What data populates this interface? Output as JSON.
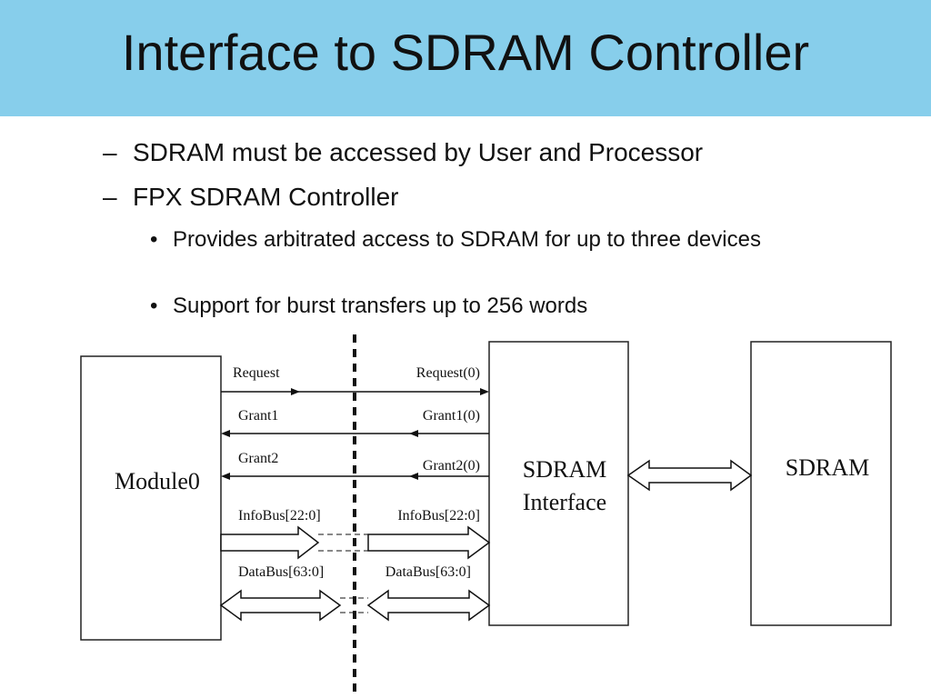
{
  "slide": {
    "title": "Interface to SDRAM Controller",
    "bullets": [
      {
        "marker": "–",
        "text": "SDRAM must be accessed by User and Processor"
      },
      {
        "marker": "–",
        "text": "FPX SDRAM Controller"
      }
    ],
    "sub_bullets": [
      {
        "marker": "•",
        "text": "Provides arbitrated access to SDRAM for up to three devices"
      },
      {
        "marker": "•",
        "text": "Support for burst transfers up to 256 words"
      }
    ]
  },
  "diagram": {
    "blocks": {
      "module0": "Module0",
      "sdram_interface_line1": "SDRAM",
      "sdram_interface_line2": "Interface",
      "sdram": "SDRAM"
    },
    "signals_left": [
      "Request",
      "Grant1",
      "Grant2",
      "InfoBus[22:0]",
      "DataBus[63:0]"
    ],
    "signals_right": [
      "Request(0)",
      "Grant1(0)",
      "Grant2(0)",
      "InfoBus[22:0]",
      "DataBus[63:0]"
    ]
  },
  "colors": {
    "title_bar": "#87CEEB",
    "text": "#111111"
  }
}
